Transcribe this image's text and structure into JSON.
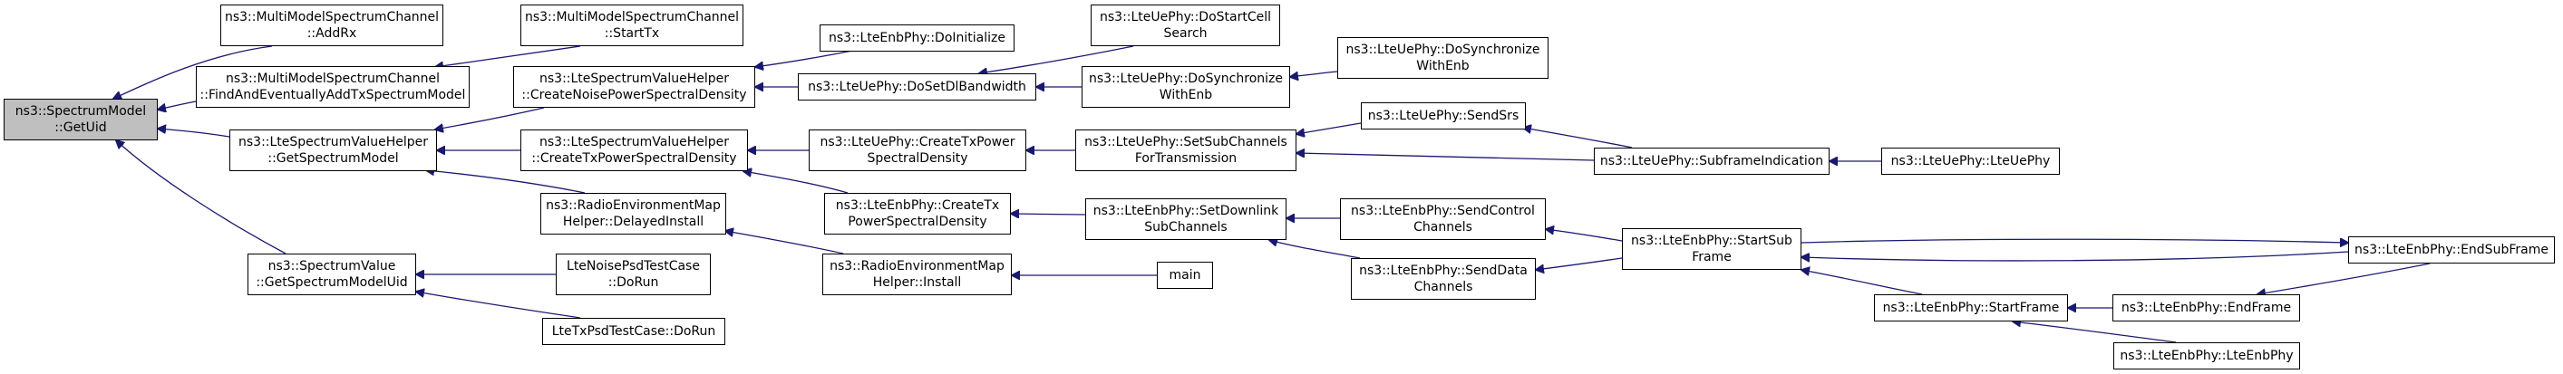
{
  "colors": {
    "edge": "#191970",
    "node_border": "#000000",
    "root_fill": "#bfbfbf",
    "background": "#ffffff"
  },
  "nodes": {
    "getuid": {
      "lines": [
        "ns3::SpectrumModel",
        "::GetUid"
      ]
    },
    "addrx": {
      "lines": [
        "ns3::MultiModelSpectrumChannel",
        "::AddRx"
      ]
    },
    "findadd": {
      "lines": [
        "ns3::MultiModelSpectrumChannel",
        "::FindAndEventuallyAddTxSpectrumModel"
      ]
    },
    "getspecmodel": {
      "lines": [
        "ns3::LteSpectrumValueHelper",
        "::GetSpectrumModel"
      ]
    },
    "getspecmodeluid": {
      "lines": [
        "ns3::SpectrumValue",
        "::GetSpectrumModelUid"
      ]
    },
    "starttx": {
      "lines": [
        "ns3::MultiModelSpectrumChannel",
        "::StartTx"
      ]
    },
    "createnoise": {
      "lines": [
        "ns3::LteSpectrumValueHelper",
        "::CreateNoisePowerSpectralDensity"
      ]
    },
    "createtxpsd": {
      "lines": [
        "ns3::LteSpectrumValueHelper",
        "::CreateTxPowerSpectralDensity"
      ]
    },
    "delayedinstall": {
      "lines": [
        "ns3::RadioEnvironmentMap",
        "Helper::DelayedInstall"
      ]
    },
    "noisedorun": {
      "lines": [
        "LteNoisePsdTestCase",
        "::DoRun"
      ]
    },
    "txpsddorun": {
      "lines": [
        "LteTxPsdTestCase::DoRun"
      ]
    },
    "enbdoinit": {
      "lines": [
        "ns3::LteEnbPhy::DoInitialize"
      ]
    },
    "dosetdlbw": {
      "lines": [
        "ns3::LteUePhy::DoSetDlBandwidth"
      ]
    },
    "uecreatetx": {
      "lines": [
        "ns3::LteUePhy::CreateTxPower",
        "SpectralDensity"
      ]
    },
    "enbcreatetx": {
      "lines": [
        "ns3::LteEnbPhy::CreateTx",
        "PowerSpectralDensity"
      ]
    },
    "reminstall": {
      "lines": [
        "ns3::RadioEnvironmentMap",
        "Helper::Install"
      ]
    },
    "dostartcell": {
      "lines": [
        "ns3::LteUePhy::DoStartCell",
        "Search"
      ]
    },
    "dosync": {
      "lines": [
        "ns3::LteUePhy::DoSynchronize",
        "WithEnb"
      ]
    },
    "setsubch": {
      "lines": [
        "ns3::LteUePhy::SetSubChannels",
        "ForTransmission"
      ]
    },
    "setdlsubch": {
      "lines": [
        "ns3::LteEnbPhy::SetDownlink",
        "SubChannels"
      ]
    },
    "main": {
      "lines": [
        "main"
      ]
    },
    "dosync2": {
      "lines": [
        "ns3::LteUePhy::DoSynchronize",
        "WithEnb"
      ]
    },
    "sendsrs": {
      "lines": [
        "ns3::LteUePhy::SendSrs"
      ]
    },
    "sendctrl": {
      "lines": [
        "ns3::LteEnbPhy::SendControl",
        "Channels"
      ]
    },
    "senddata": {
      "lines": [
        "ns3::LteEnbPhy::SendData",
        "Channels"
      ]
    },
    "subframeind": {
      "lines": [
        "ns3::LteUePhy::SubframeIndication"
      ]
    },
    "startsub": {
      "lines": [
        "ns3::LteEnbPhy::StartSub",
        "Frame"
      ]
    },
    "lteuephy": {
      "lines": [
        "ns3::LteUePhy::LteUePhy"
      ]
    },
    "startframe": {
      "lines": [
        "ns3::LteEnbPhy::StartFrame"
      ]
    },
    "endsubframe": {
      "lines": [
        "ns3::LteEnbPhy::EndSubFrame"
      ]
    },
    "endframe": {
      "lines": [
        "ns3::LteEnbPhy::EndFrame"
      ]
    },
    "lteenbphy": {
      "lines": [
        "ns3::LteEnbPhy::LteEnbPhy"
      ]
    }
  }
}
